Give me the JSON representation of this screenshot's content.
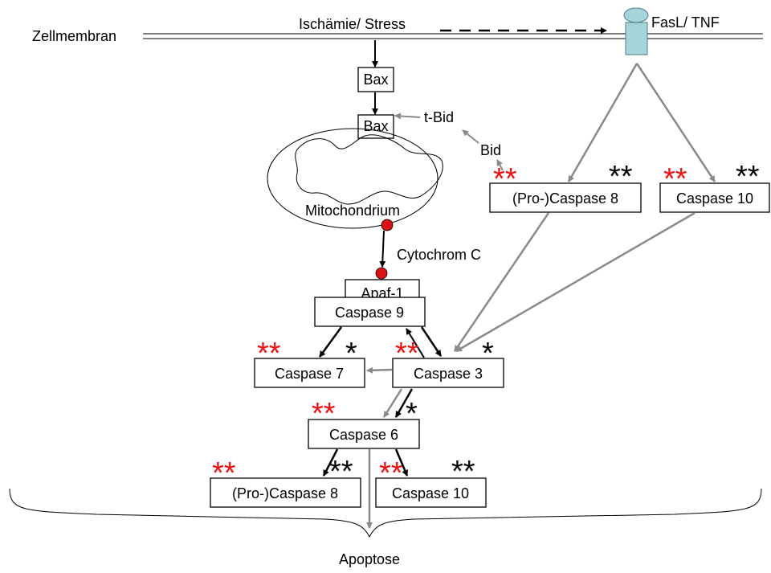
{
  "diagram": {
    "membrane_label": "Zellmembran",
    "stress_label": "Ischämie/ Stress",
    "receptor_label": "FasL/ TNF",
    "bax_top": "Bax",
    "bax_mito": "Bax",
    "t_bid": "t-Bid",
    "bid": "Bid",
    "mitochondrium": "Mitochondrium",
    "cytochrom": "Cytochrom C",
    "apaf": "Apaf-1",
    "casp9": "Caspase 9",
    "casp7": "Caspase 7",
    "casp3": "Caspase 3",
    "casp6": "Caspase 6",
    "procasp8_top": "(Pro-)Caspase 8",
    "casp10_top": "Caspase 10",
    "procasp8_bottom": "(Pro-)Caspase 8",
    "casp10_bottom": "Caspase 10",
    "apoptose": "Apoptose"
  },
  "markers": {
    "casp7_red": "**",
    "casp7_black": "*",
    "casp3_red": "**",
    "casp3_black": "*",
    "casp6_red": "**",
    "casp6_black": "*",
    "procasp8_top_red": "**",
    "procasp8_top_black": "**",
    "casp10_top_red": "**",
    "casp10_top_black": "**",
    "procasp8_bottom_red": "**",
    "procasp8_bottom_black": "**",
    "casp10_bottom_red": "**",
    "casp10_bottom_black": "**"
  },
  "colors": {
    "red_marker": "#ee1111",
    "black_marker": "#000000",
    "gray_arrow": "#8a8a8a",
    "receptor_fill": "#a6d4d8",
    "cytochrom_dot": "#dd1111"
  }
}
